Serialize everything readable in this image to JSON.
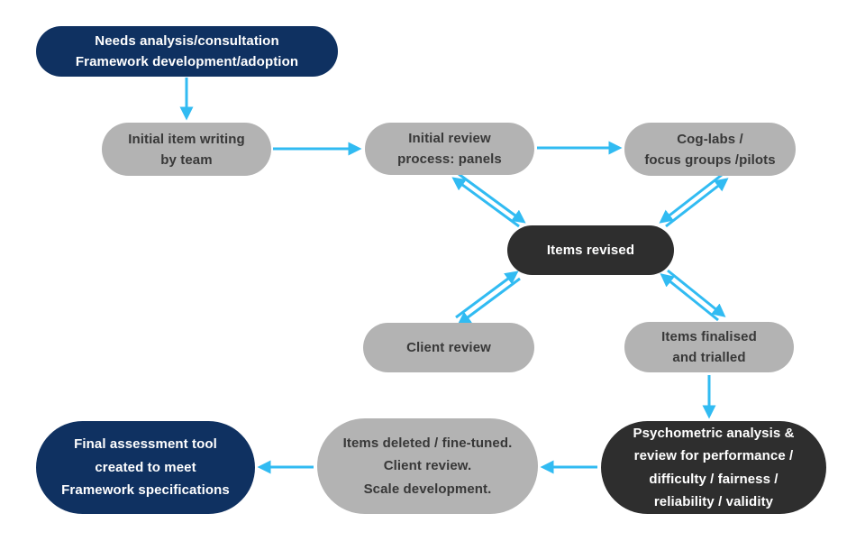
{
  "colors": {
    "navy": "#0f3161",
    "charcoal": "#2e2e2e",
    "gray": "#b3b3b3",
    "arrow": "#31bbf2",
    "text_light": "#ffffff",
    "text_dark": "#383838",
    "background": "#ffffff"
  },
  "nodes": {
    "needs_analysis": {
      "lines": [
        "Needs analysis/consultation",
        "Framework development/adoption"
      ]
    },
    "initial_item_writing": {
      "lines": [
        "Initial item writing",
        "by team"
      ]
    },
    "initial_review": {
      "lines": [
        "Initial review",
        "process: panels"
      ]
    },
    "cog_labs": {
      "lines": [
        "Cog-labs /",
        "focus groups /pilots"
      ]
    },
    "items_revised": {
      "lines": [
        "Items revised"
      ]
    },
    "client_review": {
      "lines": [
        "Client review"
      ]
    },
    "items_finalised": {
      "lines": [
        "Items finalised",
        "and trialled"
      ]
    },
    "psychometric": {
      "lines": [
        "Psychometric analysis &",
        "review for performance /",
        "difficulty / fairness /",
        "reliability / validity"
      ]
    },
    "items_deleted": {
      "lines": [
        "Items deleted / fine-tuned.",
        "Client review.",
        "Scale development."
      ]
    },
    "final_assessment": {
      "lines": [
        "Final assessment tool",
        "created to meet",
        "Framework specifications"
      ]
    }
  }
}
